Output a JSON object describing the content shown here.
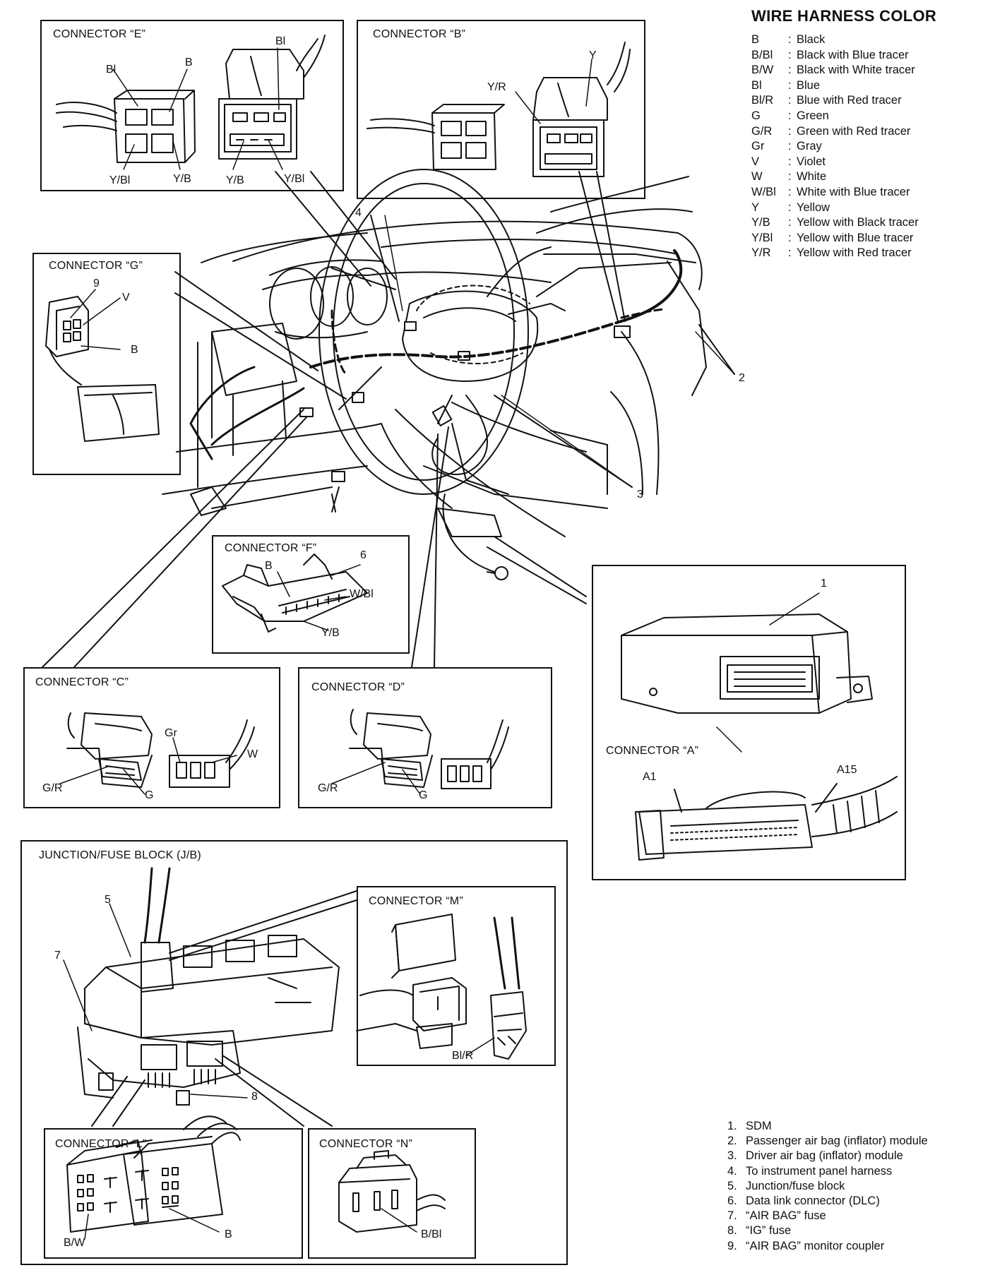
{
  "legend": {
    "title": "WIRE HARNESS COLOR",
    "items": [
      {
        "code": "B",
        "desc": "Black"
      },
      {
        "code": "B/Bl",
        "desc": "Black with Blue tracer"
      },
      {
        "code": "B/W",
        "desc": "Black with White tracer"
      },
      {
        "code": "Bl",
        "desc": "Blue"
      },
      {
        "code": "Bl/R",
        "desc": "Blue with Red tracer"
      },
      {
        "code": "G",
        "desc": "Green"
      },
      {
        "code": "G/R",
        "desc": "Green with Red tracer"
      },
      {
        "code": "Gr",
        "desc": "Gray"
      },
      {
        "code": "V",
        "desc": "Violet"
      },
      {
        "code": "W",
        "desc": "White"
      },
      {
        "code": "W/Bl",
        "desc": "White with Blue tracer"
      },
      {
        "code": "Y",
        "desc": "Yellow"
      },
      {
        "code": "Y/B",
        "desc": "Yellow with Black tracer"
      },
      {
        "code": "Y/Bl",
        "desc": "Yellow with Blue tracer"
      },
      {
        "code": "Y/R",
        "desc": "Yellow with Red tracer"
      }
    ]
  },
  "boxes": {
    "e": {
      "title": "CONNECTOR “E”",
      "labels": {
        "bl_left": "Bl",
        "b": "B",
        "bl_top": "Bl",
        "ybl_left": "Y/Bl",
        "yb_left": "Y/B",
        "yb_right": "Y/B",
        "ybl_right": "Y/Bl"
      }
    },
    "b": {
      "title": "CONNECTOR “B”",
      "labels": {
        "y": "Y",
        "yr": "Y/R"
      }
    },
    "g": {
      "title": "CONNECTOR “G”",
      "labels": {
        "n9": "9",
        "v": "V",
        "b": "B"
      }
    },
    "f": {
      "title": "CONNECTOR “F”",
      "labels": {
        "b": "B",
        "n6": "6",
        "wbl": "W/Bl",
        "yb": "Y/B"
      }
    },
    "c": {
      "title": "CONNECTOR “C”",
      "labels": {
        "gr": "Gr",
        "w": "W",
        "gr_r": "G/R",
        "g": "G"
      }
    },
    "d": {
      "title": "CONNECTOR “D”",
      "labels": {
        "gr_r": "G/R",
        "g": "G"
      }
    },
    "a": {
      "title": "CONNECTOR “A”",
      "labels": {
        "n1": "1",
        "a1": "A1",
        "a15": "A15"
      }
    },
    "jb": {
      "title": "JUNCTION/FUSE BLOCK (J/B)",
      "labels": {
        "n5": "5",
        "n7": "7",
        "n8": "8"
      }
    },
    "m": {
      "title": "CONNECTOR “M”",
      "labels": {
        "blr": "Bl/R"
      }
    },
    "l": {
      "title": "CONNECTOR “L”",
      "labels": {
        "bw": "B/W",
        "b": "B"
      }
    },
    "n": {
      "title": "CONNECTOR “N”",
      "labels": {
        "bbl": "B/Bl"
      }
    }
  },
  "callouts": {
    "n2": "2",
    "n3": "3",
    "n4": "4"
  },
  "parts": [
    {
      "num": "1.",
      "name": "SDM"
    },
    {
      "num": "2.",
      "name": "Passenger air bag (inflator) module"
    },
    {
      "num": "3.",
      "name": "Driver air bag (inflator) module"
    },
    {
      "num": "4.",
      "name": "To instrument panel harness"
    },
    {
      "num": "5.",
      "name": "Junction/fuse block"
    },
    {
      "num": "6.",
      "name": "Data link connector (DLC)"
    },
    {
      "num": "7.",
      "name": "“AIR BAG” fuse"
    },
    {
      "num": "8.",
      "name": "“IG” fuse"
    },
    {
      "num": "9.",
      "name": "“AIR BAG” monitor coupler"
    }
  ]
}
